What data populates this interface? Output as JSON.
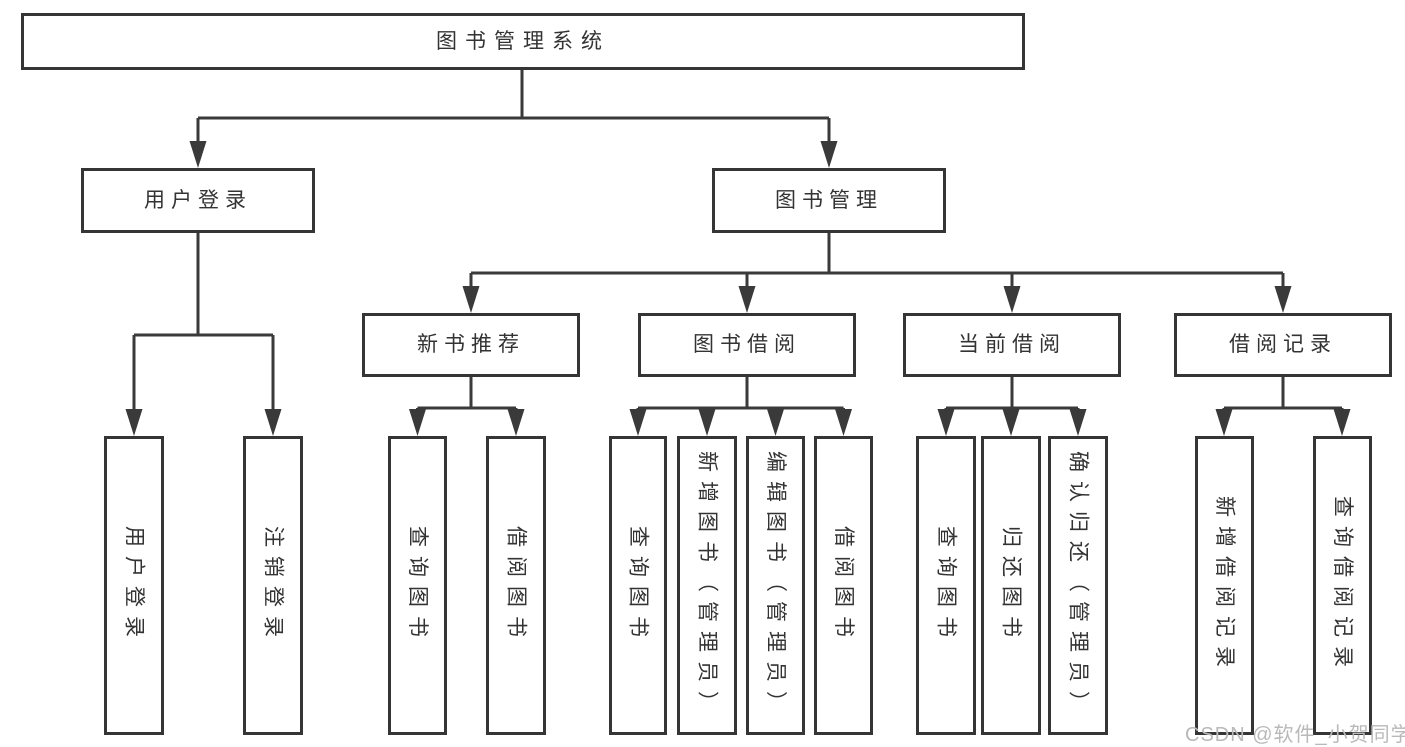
{
  "diagram": {
    "type": "hierarchy-tree",
    "title": "图书管理系统",
    "colors": {
      "line": "#3a3a3a",
      "box_border": "#353535",
      "text": "#333333",
      "background": "#ffffff",
      "watermark": "#b9b9b9"
    },
    "nodes": {
      "root": {
        "label": "图书管理系统",
        "children": [
          "user_login",
          "book_mgmt"
        ]
      },
      "user_login": {
        "label": "用户登录",
        "children": [
          "login",
          "logout"
        ]
      },
      "book_mgmt": {
        "label": "图书管理",
        "children": [
          "new_book_rec",
          "book_borrow",
          "current_borrow",
          "borrow_records"
        ]
      },
      "new_book_rec": {
        "label": "新书推荐",
        "children": [
          "nbr_query",
          "nbr_borrow"
        ]
      },
      "book_borrow": {
        "label": "图书借阅",
        "children": [
          "bb_query",
          "bb_add",
          "bb_edit",
          "bb_borrow"
        ]
      },
      "current_borrow": {
        "label": "当前借阅",
        "children": [
          "cb_query",
          "cb_return",
          "cb_confirm"
        ]
      },
      "borrow_records": {
        "label": "借阅记录",
        "children": [
          "br_add",
          "br_query"
        ]
      },
      "login": {
        "label": "用户登录"
      },
      "logout": {
        "label": "注销登录"
      },
      "nbr_query": {
        "label": "查询图书"
      },
      "nbr_borrow": {
        "label": "借阅图书"
      },
      "bb_query": {
        "label": "查询图书"
      },
      "bb_add": {
        "label": "新增图书（管理员）"
      },
      "bb_edit": {
        "label": "编辑图书（管理员）"
      },
      "bb_borrow": {
        "label": "借阅图书"
      },
      "cb_query": {
        "label": "查询图书"
      },
      "cb_return": {
        "label": "归还图书"
      },
      "cb_confirm": {
        "label": "确认归还（管理员）"
      },
      "br_add": {
        "label": "新增借阅记录"
      },
      "br_query": {
        "label": "查询借阅记录"
      }
    }
  },
  "watermark": {
    "text": "CSDN @软件_小贺同学"
  }
}
